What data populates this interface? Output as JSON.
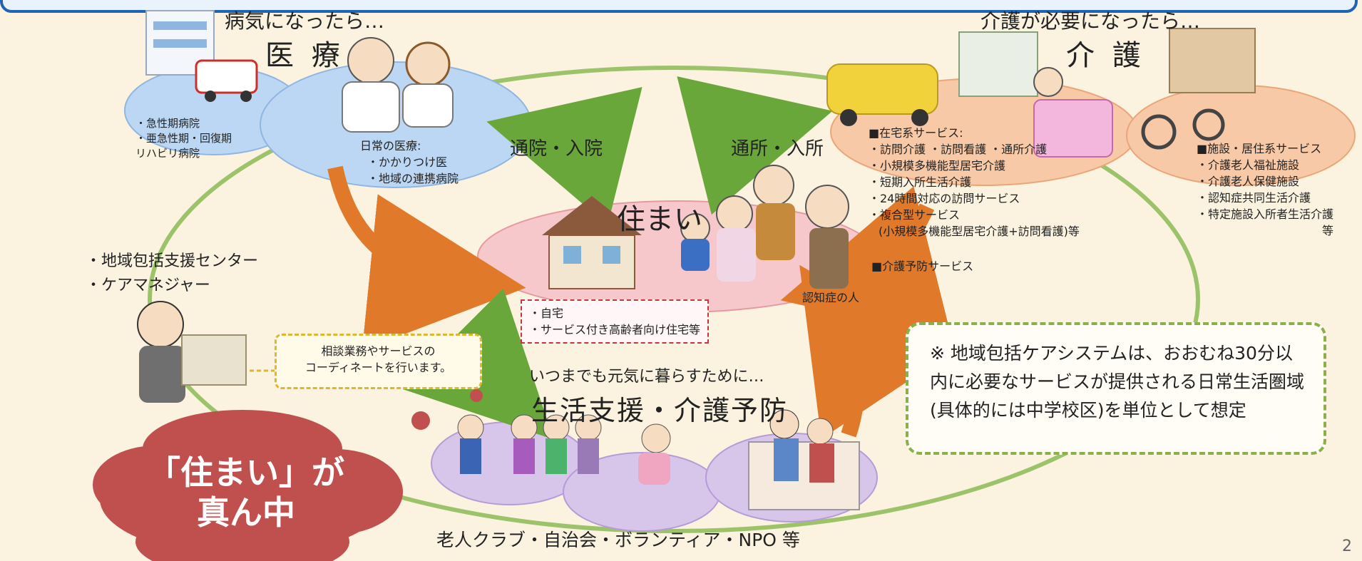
{
  "medical": {
    "heading": "病気になったら…",
    "title": "医 療",
    "hospital_list": [
      "・急性期病院",
      "・亜急性期・回復期",
      "リハビリ病院"
    ],
    "daily_title": "日常の医療:",
    "daily_list": [
      "・かかりつけ医",
      "・地域の連携病院"
    ]
  },
  "care": {
    "heading": "介護が必要になったら…",
    "title": "介 護",
    "home_services_title": "■在宅系サービス:",
    "home_services": [
      "・訪問介護 ・訪問看護 ・通所介護",
      "・小規模多機能型居宅介護",
      "・短期入所生活介護",
      "・24時間対応の訪問サービス",
      "・複合型サービス",
      "(小規模多機能型居宅介護+訪問看護)等"
    ],
    "prevention": "■介護予防サービス",
    "facility_title": "■施設・居住系サービス",
    "facility_list": [
      "・介護老人福祉施設",
      "・介護老人保健施設",
      "・認知症共同生活介護",
      "・特定施設入所者生活介護"
    ],
    "facility_etc": "等"
  },
  "flows": {
    "hospital": "通院・入院",
    "care": "通所・入所"
  },
  "home": {
    "title": "住まい",
    "dementia": "認知症の人",
    "list": [
      "・自宅",
      "・サービス付き高齢者向け住宅等"
    ]
  },
  "support_center": {
    "items": [
      "・地域包括支援センター",
      "・ケアマネジャー"
    ],
    "consult_text": [
      "相談業務やサービスの",
      "コーディネートを行います。"
    ]
  },
  "life": {
    "lead": "いつまでも元気に暮らすために…",
    "title": "生活支援・介護予防",
    "groups": "老人クラブ・自治会・ボランティア・NPO 等"
  },
  "note": {
    "text": "※ 地域包括ケアシステムは、おおむね30分以内に必要なサービスが提供される日常生活圏域(具体的には中学校区)を単位として想定"
  },
  "callout": {
    "line1": "「住まい」が",
    "line2": "真ん中"
  },
  "page_number": "2",
  "colors": {
    "frame": "#1e63b4",
    "medical_ellipse": "#bcd7f4",
    "care_ellipse": "#f7c9a6",
    "home_ellipse": "#f6c8cb",
    "life_ellipse": "#d8c6ea",
    "arrow_orange": "#e07a2a",
    "arrow_green": "#6aa73a",
    "ring_green": "#9cc36a",
    "callout": "#c0504d"
  }
}
